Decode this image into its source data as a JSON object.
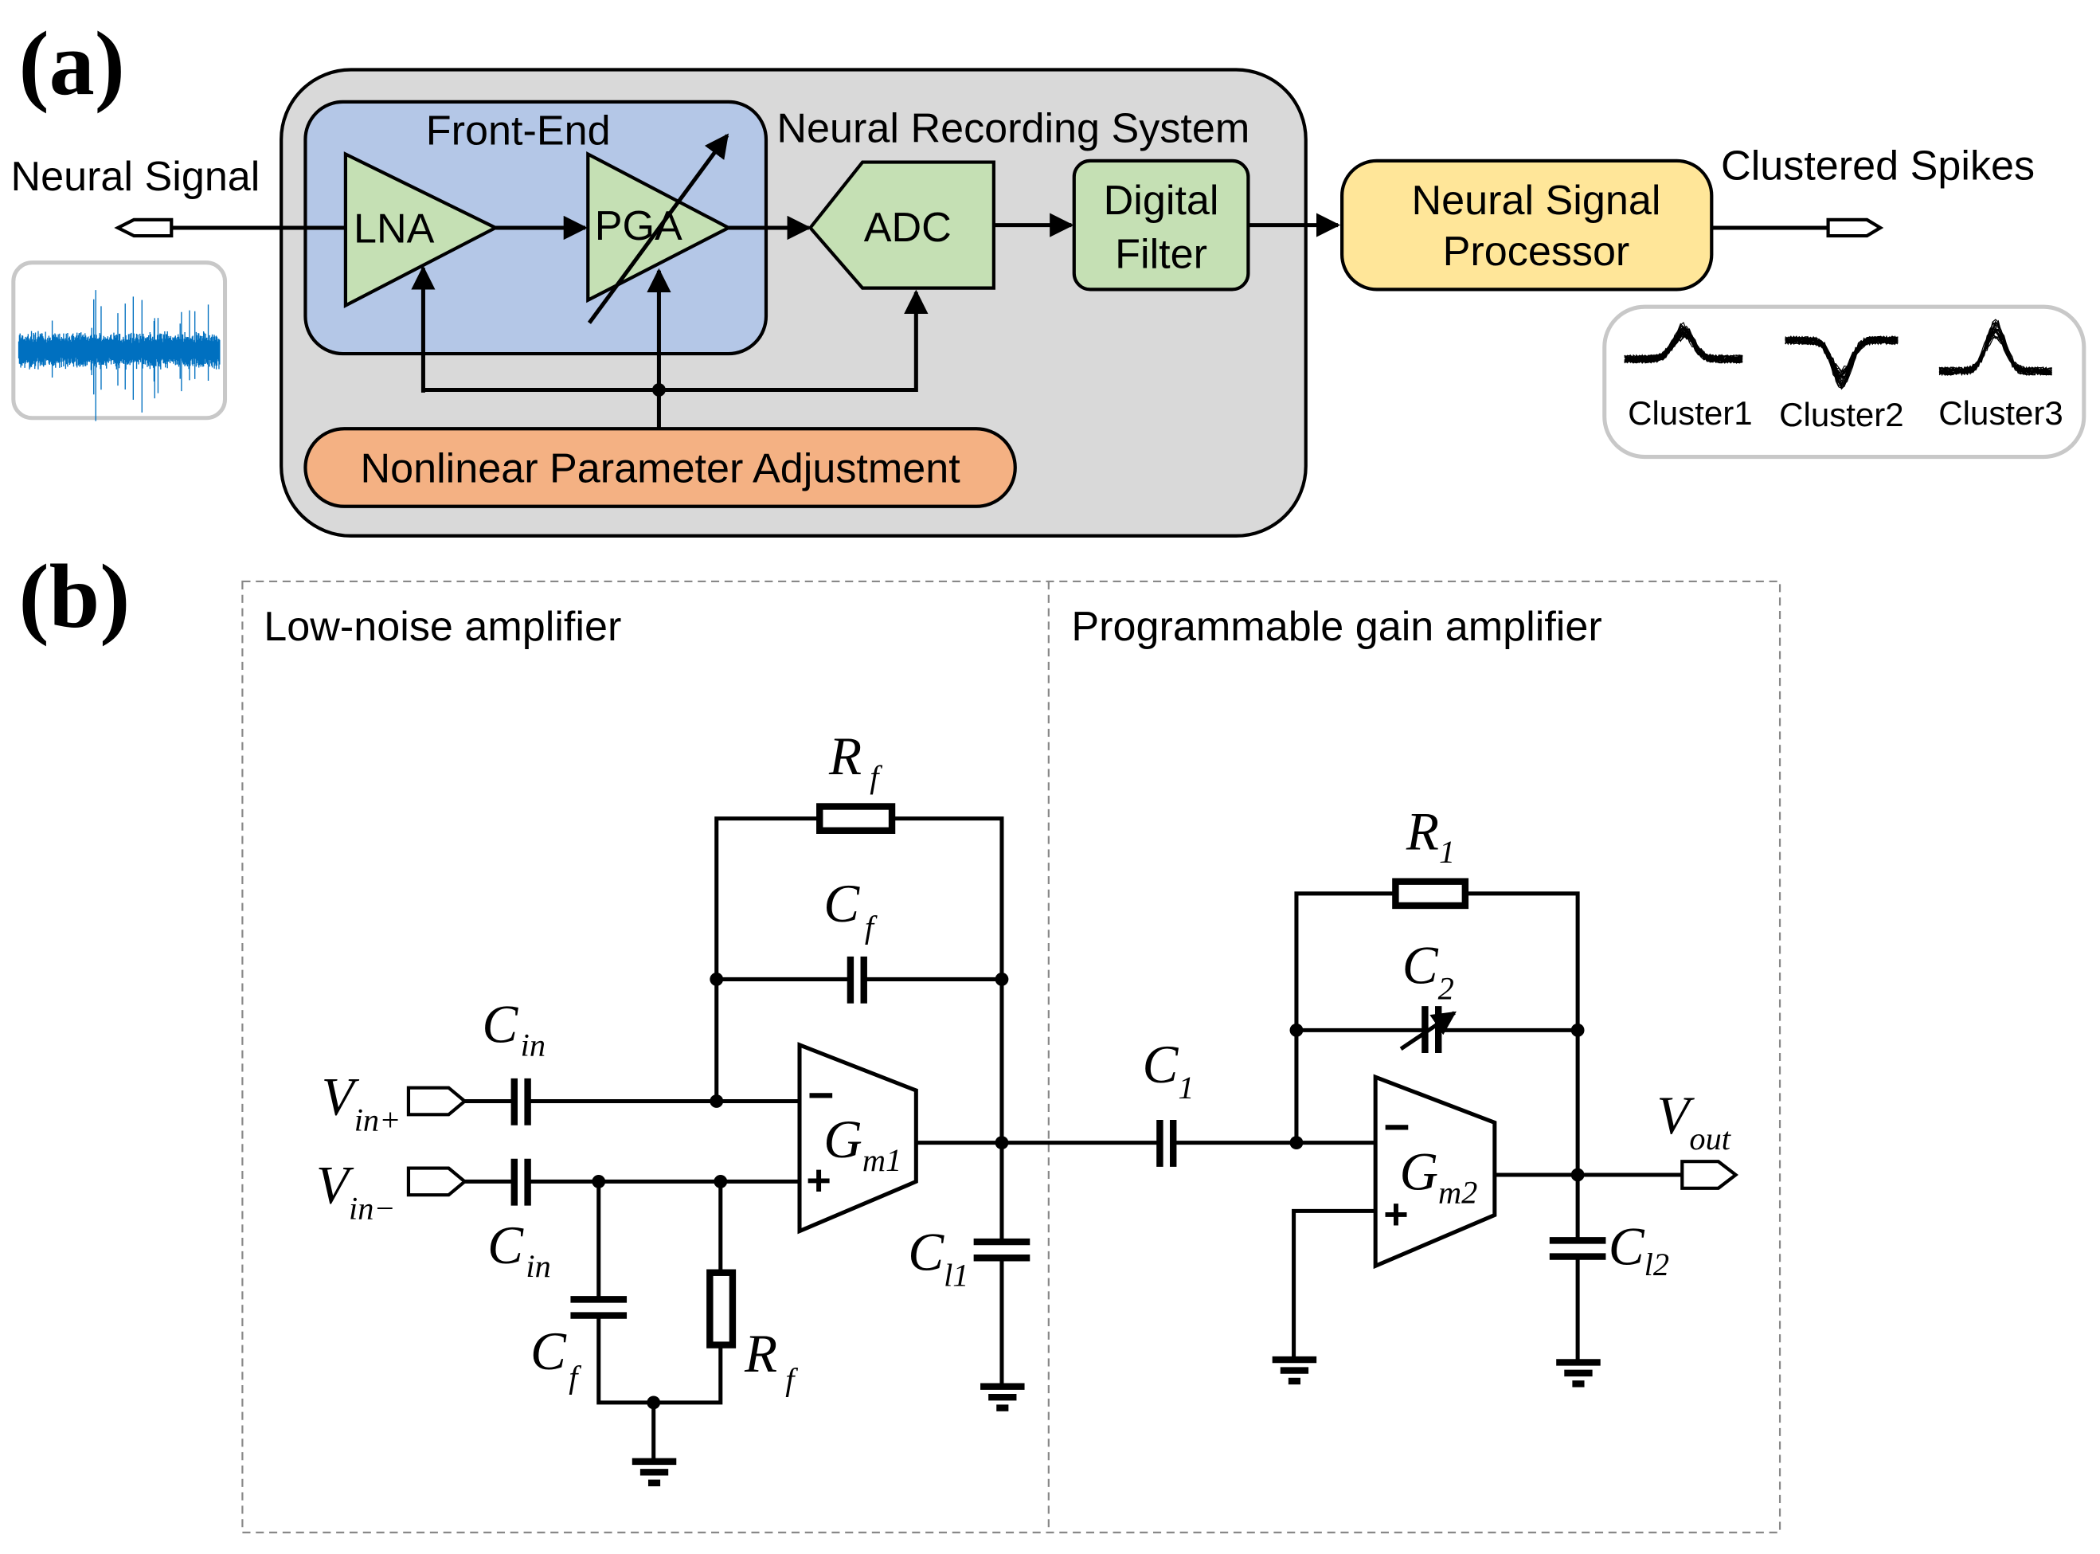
{
  "panel_a": {
    "label": "(a)",
    "input_label": "Neural Signal",
    "system_label": "Neural Recording System",
    "front_end_label": "Front-End",
    "lna_label": "LNA",
    "pga_label": "PGA",
    "adc_label": "ADC",
    "digital_filter_line1": "Digital",
    "digital_filter_line2": "Filter",
    "nonlinear_label": "Nonlinear Parameter Adjustment",
    "processor_line1": "Neural Signal",
    "processor_line2": "Processor",
    "output_label": "Clustered Spikes",
    "clusters": [
      "Cluster1",
      "Cluster2",
      "Cluster3"
    ],
    "colors": {
      "system_bg": "#d9d9d9",
      "front_end_bg": "#b4c7e7",
      "green_block": "#c5e0b4",
      "nonlinear_bg": "#f4b183",
      "processor_bg": "#ffe699",
      "signal_trace": "#0070c0",
      "inset_border": "#c8c8c8"
    }
  },
  "panel_b": {
    "label": "(b)",
    "lna_section_title": "Low-noise amplifier",
    "pga_section_title": "Programmable gain amplifier",
    "components": {
      "rf_top": {
        "main": "R",
        "sub": "f"
      },
      "cf_top": {
        "main": "C",
        "sub": "f"
      },
      "cin_top": {
        "main": "C",
        "sub": "in"
      },
      "cin_bottom": {
        "main": "C",
        "sub": "in"
      },
      "vin_plus": {
        "main": "V",
        "sub": "in+"
      },
      "vin_minus": {
        "main": "V",
        "sub": "in−"
      },
      "gm1": {
        "main": "G",
        "sub": "m1"
      },
      "cl1": {
        "main": "C",
        "sub": "l1"
      },
      "cf_bottom": {
        "main": "C",
        "sub": "f"
      },
      "rf_bottom": {
        "main": "R",
        "sub": "f"
      },
      "c1": {
        "main": "C",
        "sub": "1"
      },
      "r1": {
        "main": "R",
        "sub": "1"
      },
      "c2": {
        "main": "C",
        "sub": "2"
      },
      "gm2": {
        "main": "G",
        "sub": "m2"
      },
      "cl2": {
        "main": "C",
        "sub": "l2"
      },
      "vout": {
        "main": "V",
        "sub": "out"
      }
    },
    "minus_sign": "−",
    "plus_sign": "+"
  }
}
